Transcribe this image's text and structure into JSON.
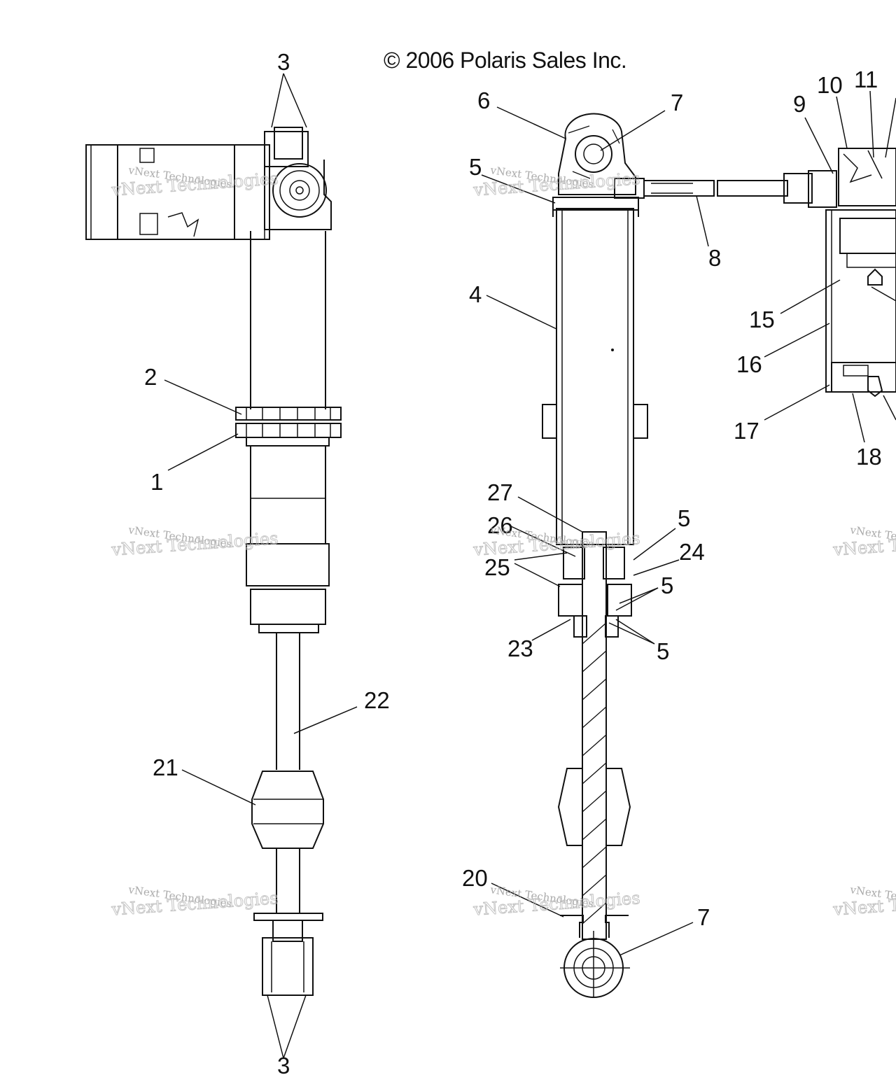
{
  "copyright": "© 2006 Polaris Sales Inc.",
  "watermark": {
    "line1": "vNext Technologies",
    "line2": "vNext Technologies",
    "script": "vNext"
  },
  "callouts": [
    {
      "id": "c3-top",
      "label": "3"
    },
    {
      "id": "c2",
      "label": "2"
    },
    {
      "id": "c1",
      "label": "1"
    },
    {
      "id": "c22",
      "label": "22"
    },
    {
      "id": "c21",
      "label": "21"
    },
    {
      "id": "c3-bottom",
      "label": "3"
    },
    {
      "id": "c6",
      "label": "6"
    },
    {
      "id": "c7-top",
      "label": "7"
    },
    {
      "id": "c5-top",
      "label": "5"
    },
    {
      "id": "c8",
      "label": "8"
    },
    {
      "id": "c4",
      "label": "4"
    },
    {
      "id": "c27",
      "label": "27"
    },
    {
      "id": "c26",
      "label": "26"
    },
    {
      "id": "c25",
      "label": "25"
    },
    {
      "id": "c5-a",
      "label": "5"
    },
    {
      "id": "c24",
      "label": "24"
    },
    {
      "id": "c5-b",
      "label": "5"
    },
    {
      "id": "c23",
      "label": "23"
    },
    {
      "id": "c5-c",
      "label": "5"
    },
    {
      "id": "c20",
      "label": "20"
    },
    {
      "id": "c7-bottom",
      "label": "7"
    },
    {
      "id": "c9",
      "label": "9"
    },
    {
      "id": "c10",
      "label": "10"
    },
    {
      "id": "c11",
      "label": "11"
    },
    {
      "id": "c15",
      "label": "15"
    },
    {
      "id": "c16",
      "label": "16"
    },
    {
      "id": "c17",
      "label": "17"
    },
    {
      "id": "c18",
      "label": "18"
    }
  ]
}
